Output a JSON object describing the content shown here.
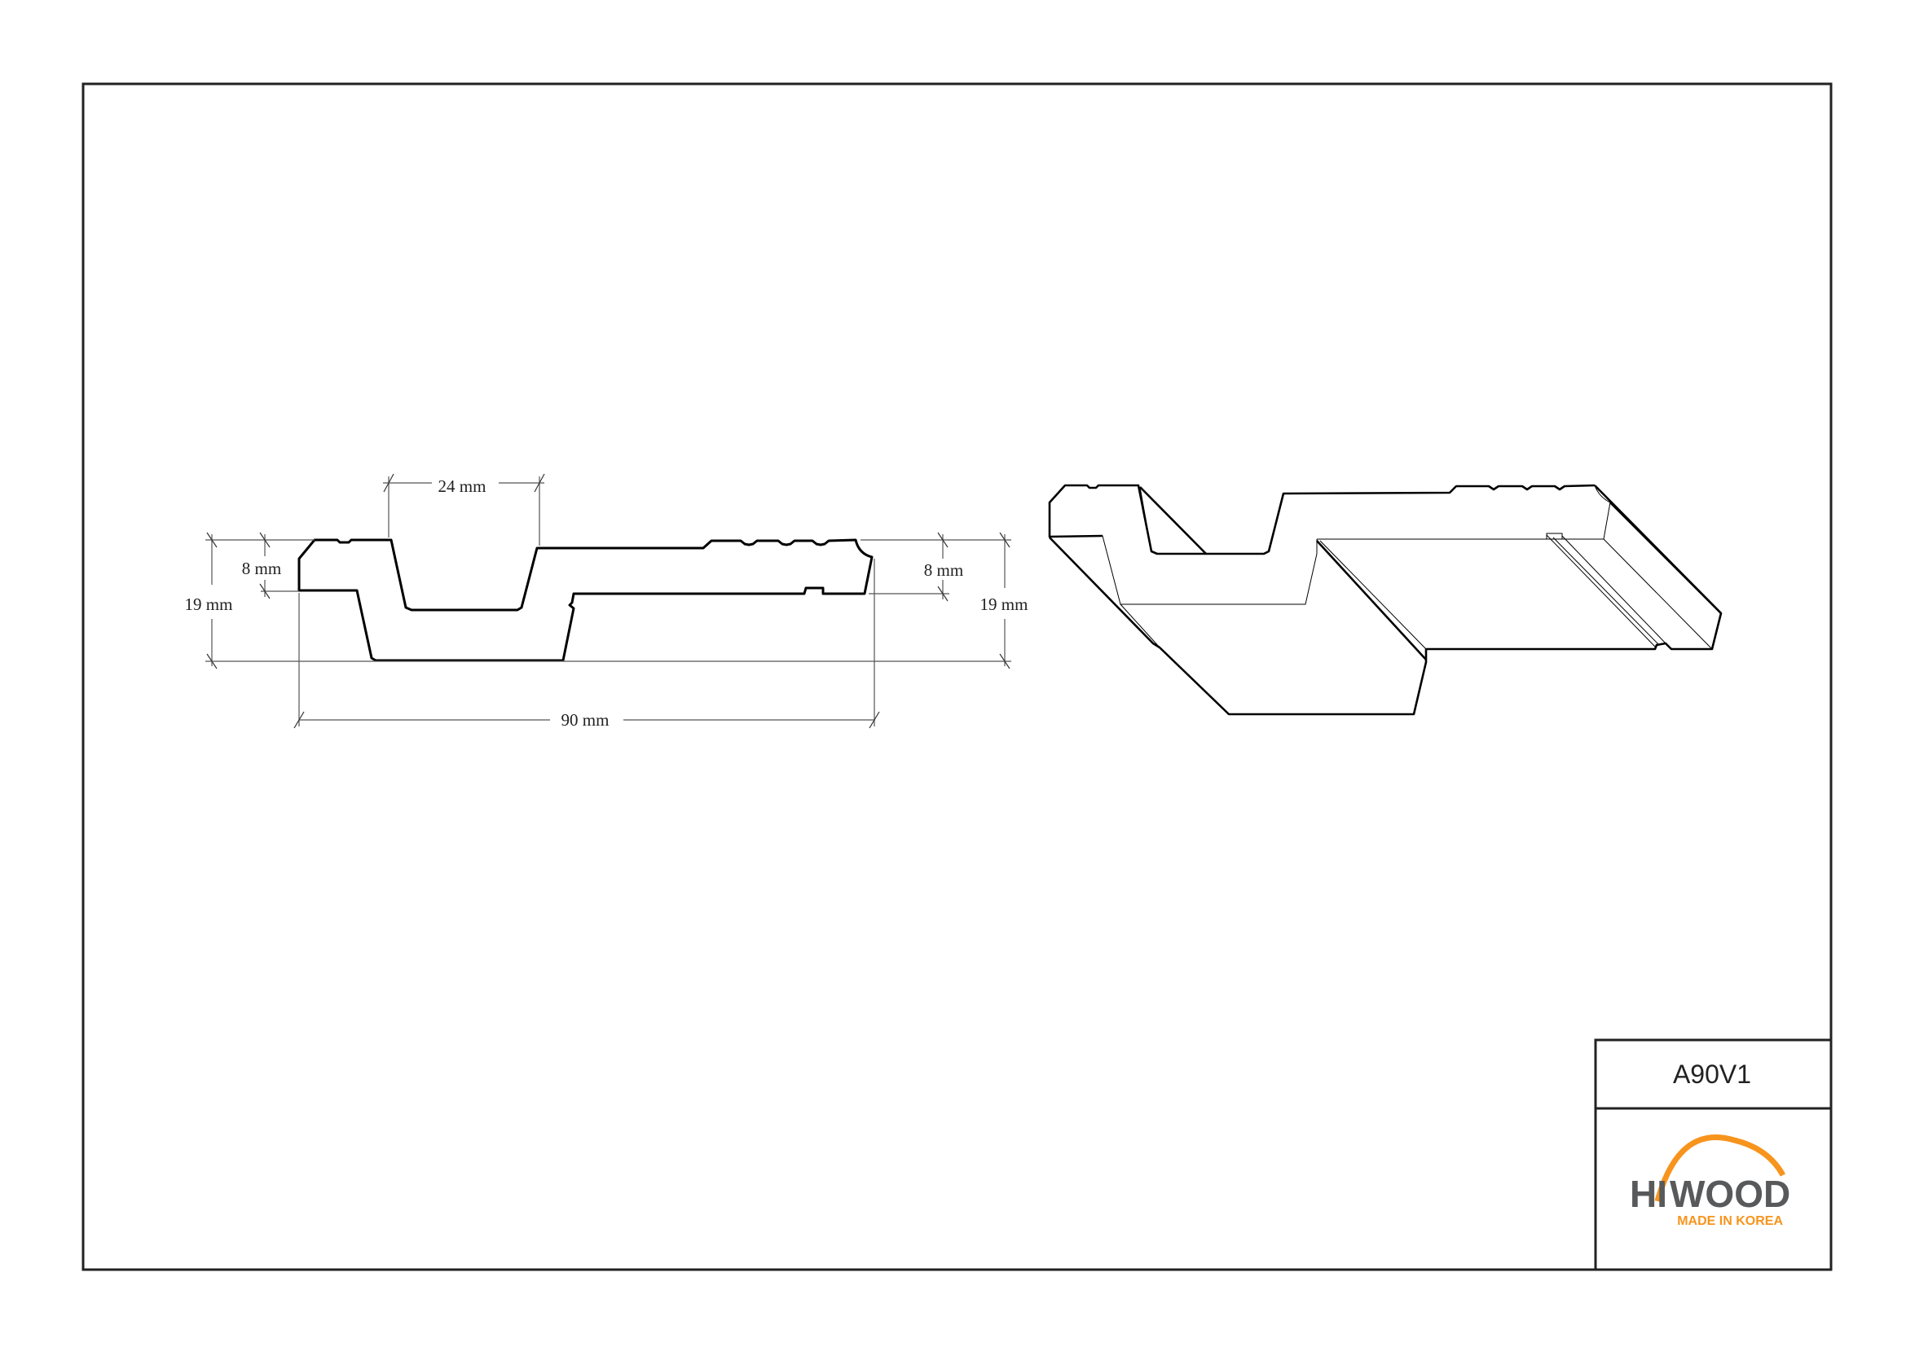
{
  "drawing": {
    "dimensions": {
      "groove_width": "24 mm",
      "left_thickness": "8 mm",
      "left_height": "19 mm",
      "right_thickness": "8 mm",
      "right_height": "19 mm",
      "total_width": "90 mm"
    }
  },
  "title_block": {
    "product_code": "A90V1",
    "logo": {
      "brand_left": "HI",
      "brand_right": "WOOD",
      "tagline": "MADE IN KOREA",
      "gray": "#58595b",
      "orange": "#f7941d"
    }
  }
}
